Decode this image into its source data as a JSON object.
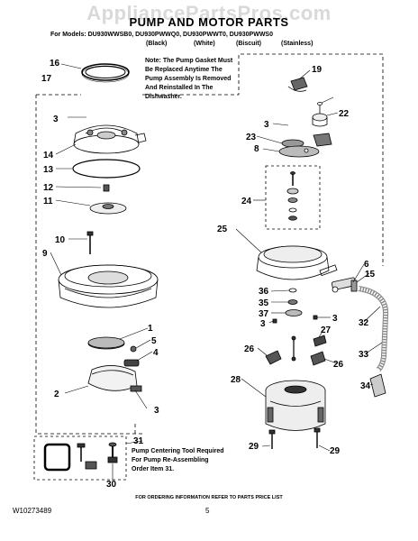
{
  "watermark": "AppliancePartsPros.com",
  "header": {
    "title": "PUMP AND MOTOR PARTS",
    "models": "For Models: DU930WWSB0, DU930PWWQ0, DU930PWWT0, DU930PWWS0",
    "colors": [
      "(Black)",
      "(White)",
      "(Biscuit)",
      "(Stainless)"
    ]
  },
  "notes": {
    "gasket": "Note: The Pump Gasket Must Be Replaced Anytime The Pump Assembly Is Removed And Reinstalled In The Dishwasher.",
    "tool": "Pump Centering Tool Required For Pump Re-Assembling Order Item 31."
  },
  "callouts": {
    "c1": "1",
    "c2": "2",
    "c3": "3",
    "c4": "4",
    "c5": "5",
    "c6": "6",
    "c8": "8",
    "c9": "9",
    "c10": "10",
    "c11": "11",
    "c12": "12",
    "c13": "13",
    "c14": "14",
    "c15": "15",
    "c16": "16",
    "c17": "17",
    "c19": "19",
    "c22": "22",
    "c23": "23",
    "c24": "24",
    "c25": "25",
    "c26": "26",
    "c27": "27",
    "c28": "28",
    "c29": "29",
    "c30": "30",
    "c31": "31",
    "c32": "32",
    "c33": "33",
    "c34": "34",
    "c35": "35",
    "c36": "36",
    "c37": "37"
  },
  "footer": {
    "ordering": "FOR ORDERING INFORMATION REFER TO PARTS PRICE LIST",
    "doc_number": "W10273489",
    "page": "5"
  }
}
